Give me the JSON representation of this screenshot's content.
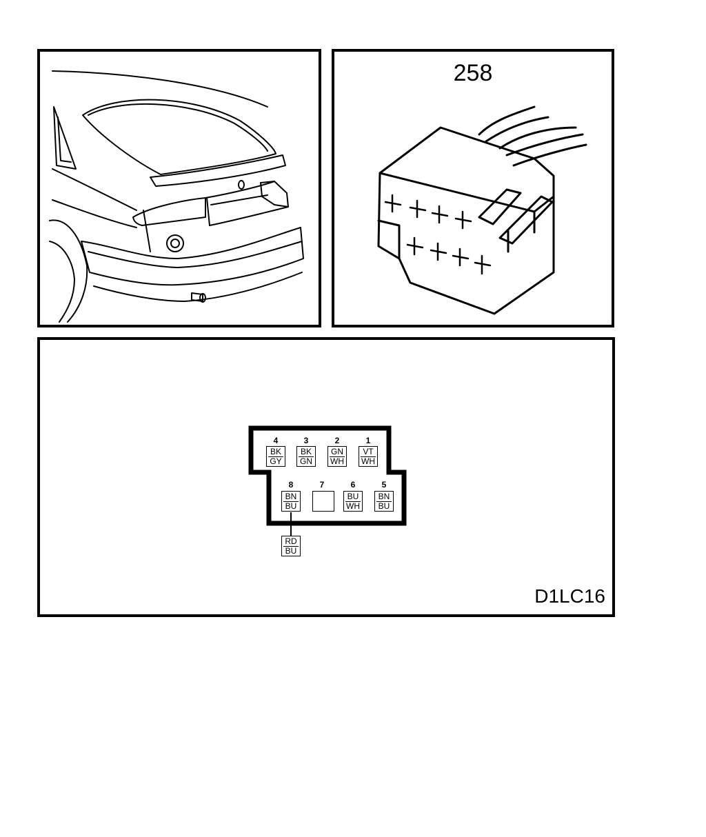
{
  "connector": {
    "number": "258"
  },
  "diagram": {
    "code": "D1LC16"
  },
  "pins": [
    {
      "num": "4",
      "c1": "BK",
      "c2": "GY"
    },
    {
      "num": "3",
      "c1": "BK",
      "c2": "GN"
    },
    {
      "num": "2",
      "c1": "GN",
      "c2": "WH"
    },
    {
      "num": "1",
      "c1": "VT",
      "c2": "WH"
    },
    {
      "num": "8",
      "c1": "BN",
      "c2": "BU"
    },
    {
      "num": "7",
      "c1": "",
      "c2": ""
    },
    {
      "num": "6",
      "c1": "BU",
      "c2": "WH"
    },
    {
      "num": "5",
      "c1": "BN",
      "c2": "BU"
    }
  ],
  "splice": {
    "c1": "RD",
    "c2": "BU"
  }
}
